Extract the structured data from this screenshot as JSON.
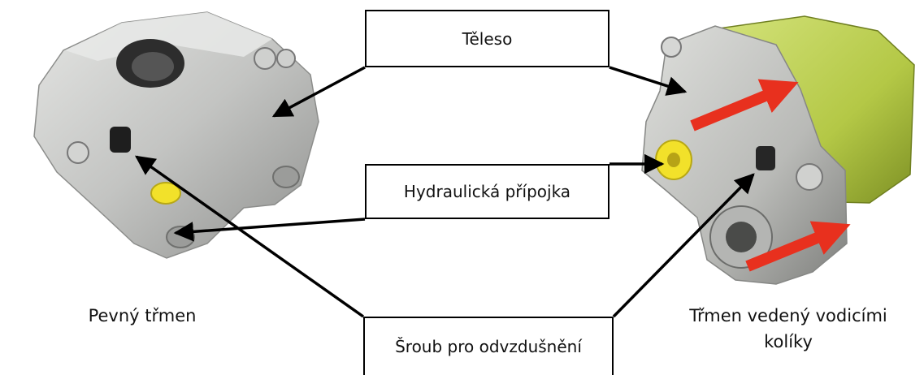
{
  "labels": {
    "body": "Těleso",
    "hydraulic": "Hydraulická přípojka",
    "bleed_screw": "Šroub pro odvzdušnění"
  },
  "captions": {
    "fixed_caliper": "Pevný třmen",
    "floating_caliper_line1": "Třmen vedený vodicími",
    "floating_caliper_line2": "kolíky"
  },
  "colors": {
    "line": "#000000",
    "metal": "#c8c9c7",
    "green_housing": "#b8cc4a",
    "yellow_connector": "#f2e12a",
    "red_arrow": "#e8301e"
  }
}
